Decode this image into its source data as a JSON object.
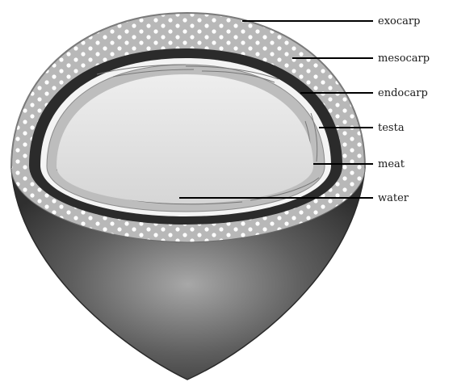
{
  "labels": {
    "exocarp": "exocarp",
    "mesocarp": "mesocarp",
    "endocarp": "endocarp",
    "testa": "testa",
    "meat": "meat",
    "water": "water"
  },
  "colors": {
    "shell_dark": "#4a4a4a",
    "shell_light": "#9a9a9a",
    "fibre": "#b8b8b8",
    "fibre_spots": "#ffffff",
    "endocarp": "#2b2b2b",
    "meat": "#d8d8d8",
    "water": "#e6e6e6",
    "leader_lines": "#000000"
  }
}
